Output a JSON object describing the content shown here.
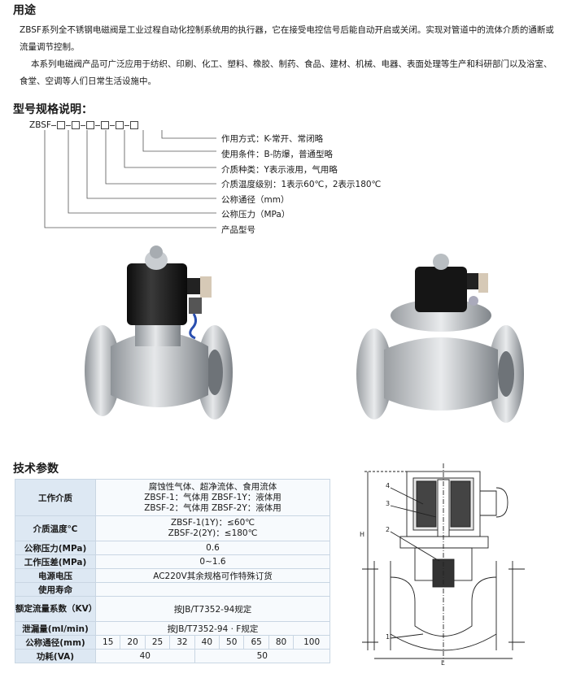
{
  "usage": {
    "heading": "用途",
    "p1": "ZBSF系列全不锈钢电磁阀是工业过程自动化控制系统用的执行器，它在接受电控信号后能自动开启或关闭。实现对管道中的流体介质的通断或流量调节控制。",
    "p2": "本系列电磁阀产品可广泛应用于纺织、印刷、化工、塑料、橡胶、制药、食品、建材、机械、电器、表面处理等生产和科研部门以及浴室、食堂、空调等人们日常生活设施中。"
  },
  "model": {
    "heading": "型号规格说明：",
    "code_prefix": "ZBSF",
    "labels": [
      "作用方式：K-常开、常闭略",
      "使用条件：B-防爆，普通型略",
      "介质种类：Y表示液用，气用略",
      "介质温度级别：1表示60℃，2表示180℃",
      "公称通径（mm）",
      "公称压力（MPa）",
      "产品型号"
    ]
  },
  "tech": {
    "heading": "技术参数",
    "rows": [
      {
        "h": "工作介质",
        "lines": [
          "腐蚀性气体、超净流体、食用流体",
          "ZBSF-1：气体用 ZBSF-1Y：液体用",
          "ZBSF-2：气体用 ZBSF-2Y：液体用"
        ]
      },
      {
        "h": "介质温度℃",
        "lines": [
          "ZBSF-1(1Y)：≤60℃",
          "ZBSF-2(2Y)：≤180℃"
        ]
      },
      {
        "h": "公称压力(MPa)",
        "lines": [
          "0.6"
        ]
      },
      {
        "h": "工作压差(MPa)",
        "lines": [
          "0~1.6"
        ]
      },
      {
        "h": "电源电压",
        "lines": [
          "AC220V其余规格可作特殊订货"
        ]
      },
      {
        "h": "使用寿命",
        "lines": [
          ""
        ]
      },
      {
        "h": "额定流量系数（KV）",
        "lines": [
          "按JB/T7352-94规定"
        ]
      },
      {
        "h": "泄漏量(ml/min)",
        "lines": [
          "按JB/T7352-94 · F规定"
        ]
      }
    ],
    "dn_header": "公称通径(mm)",
    "dn_values": [
      "15",
      "20",
      "25",
      "32",
      "40",
      "50",
      "65",
      "80",
      "100"
    ],
    "power_header": "功耗(VA)",
    "power_values": [
      "40",
      "50"
    ]
  },
  "drawing": {
    "labels": [
      "4",
      "3",
      "2",
      "1",
      "H",
      "L"
    ]
  },
  "colors": {
    "header_bg": "#dde8f3",
    "cell_bg": "#f7fafd",
    "border": "#c9d6e3",
    "coil_black": "#1b1b1b",
    "steel": "#c8ccd0"
  }
}
